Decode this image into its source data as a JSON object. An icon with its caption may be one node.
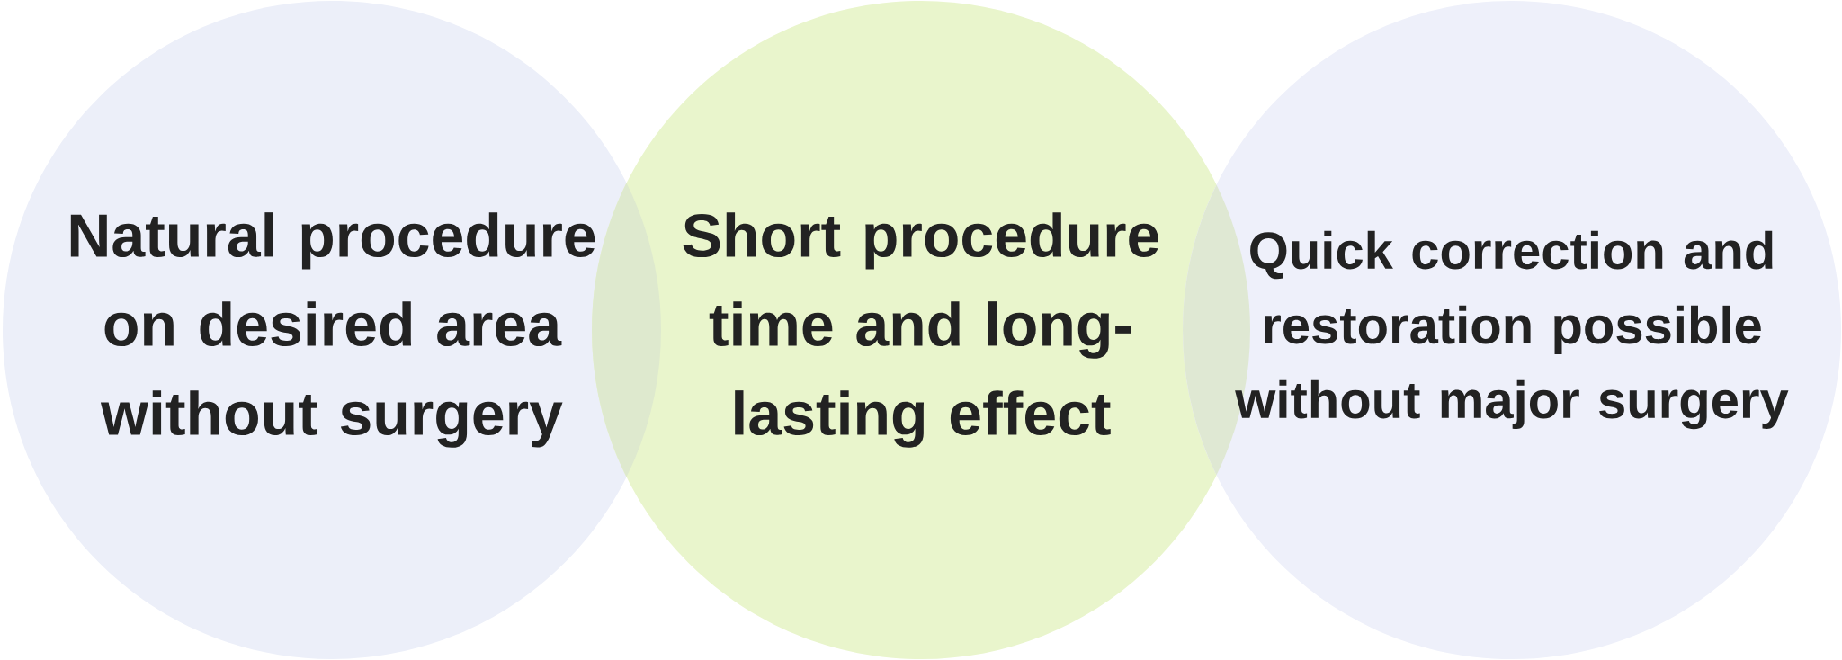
{
  "diagram": {
    "nodes": [
      {
        "text": [
          "Natural procedure on desired area without surgery"
        ]
      },
      {
        "text": [
          "Short procedure time and long-lasting effect"
        ]
      },
      {
        "text": [
          "Quick correction and restoration possible without major surgery"
        ]
      }
    ]
  }
}
